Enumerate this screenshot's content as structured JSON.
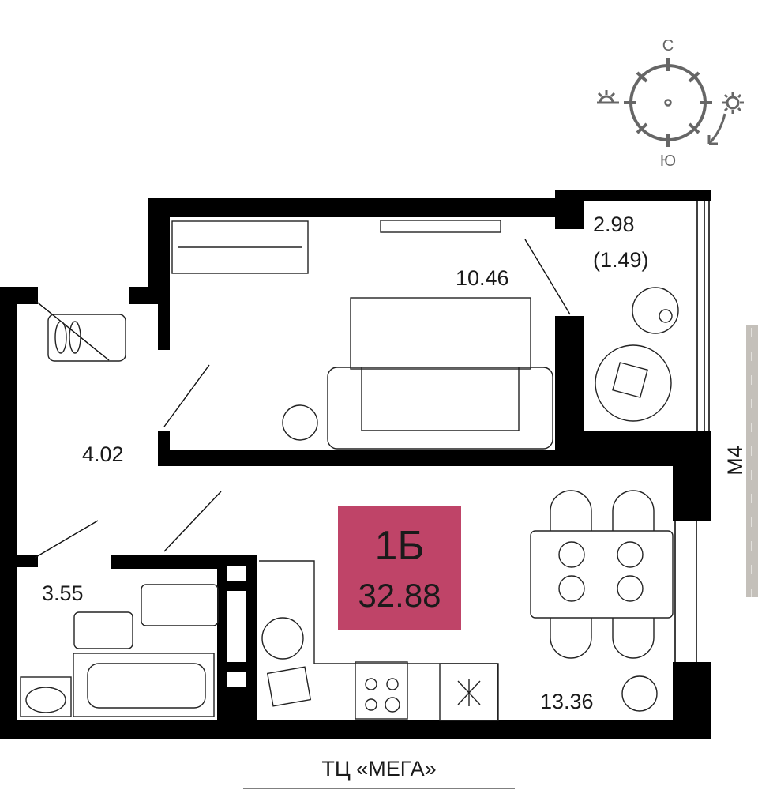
{
  "compass": {
    "north": "С",
    "south": "Ю"
  },
  "apartment": {
    "type": "1Б",
    "total_area": "32.88",
    "badge_color": "#bf4468"
  },
  "rooms": {
    "living_room": "10.46",
    "balcony": "2.98",
    "balcony_reduced": "(1.49)",
    "hallway": "4.02",
    "bathroom": "3.55",
    "kitchen": "13.36"
  },
  "surroundings": {
    "road": "М4",
    "landmark": "ТЦ «МЕГА»"
  },
  "colors": {
    "walls": "#000000",
    "compass": "#666666",
    "road": "#c4c0ba"
  }
}
